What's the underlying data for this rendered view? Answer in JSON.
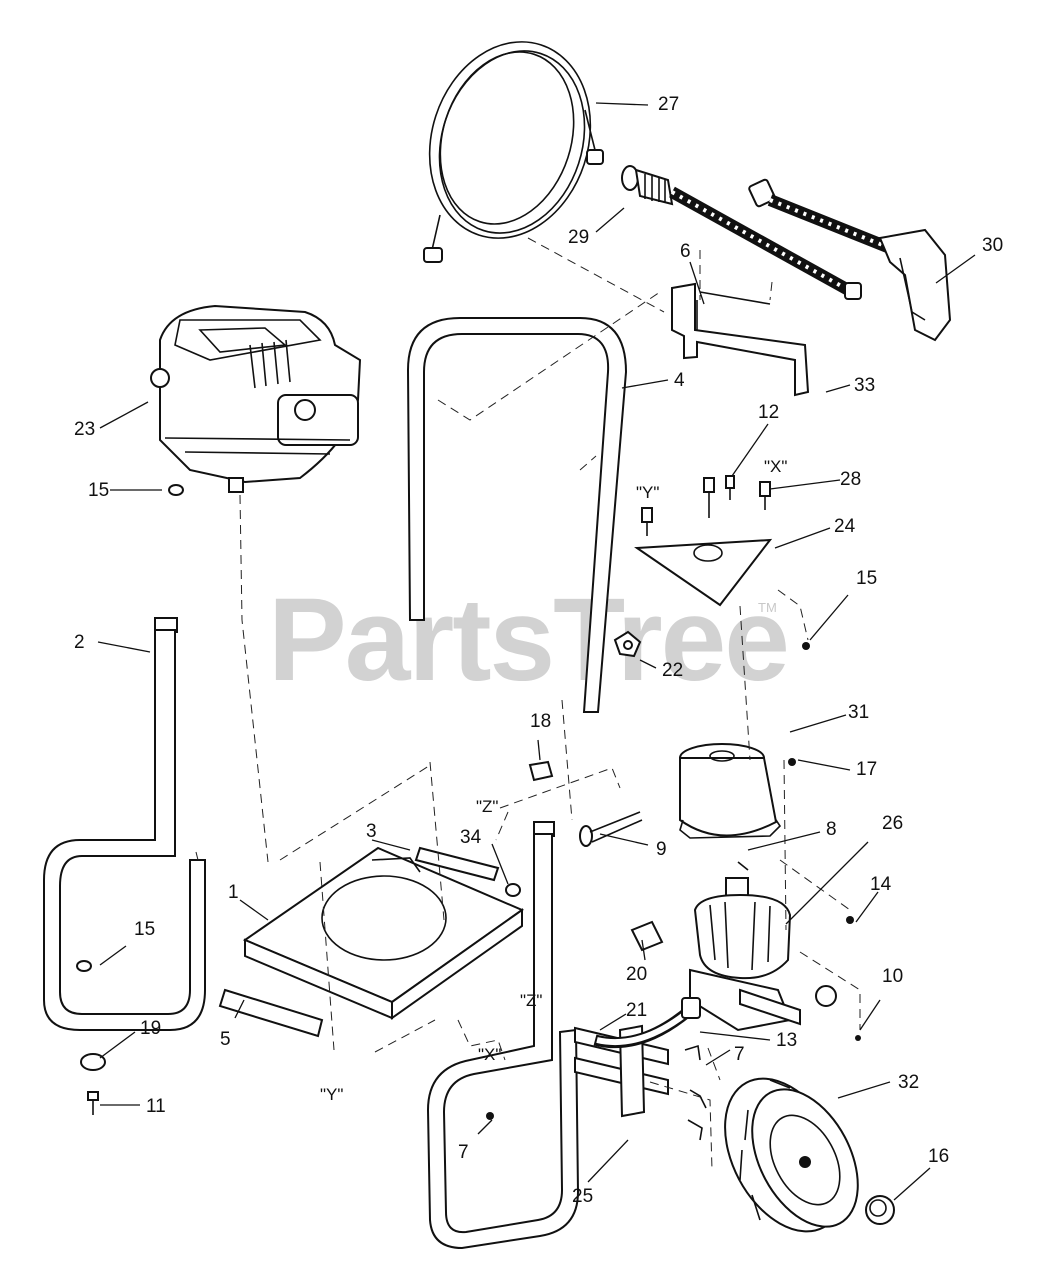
{
  "watermark": "PartsTree",
  "trademark": "TM",
  "callouts": {
    "c1": "1",
    "c2": "2",
    "c3": "3",
    "c4": "4",
    "c5": "5",
    "c6": "6",
    "c7a": "7",
    "c7b": "7",
    "c8": "8",
    "c9": "9",
    "c10": "10",
    "c11": "11",
    "c12": "12",
    "c13": "13",
    "c14": "14",
    "c15a": "15",
    "c15b": "15",
    "c15c": "15",
    "c16": "16",
    "c17": "17",
    "c18": "18",
    "c19": "19",
    "c20": "20",
    "c21": "21",
    "c22": "22",
    "c23": "23",
    "c24": "24",
    "c25": "25",
    "c26": "26",
    "c27": "27",
    "c28": "28",
    "c29": "29",
    "c30": "30",
    "c31": "31",
    "c32": "32",
    "c33": "33",
    "c34": "34"
  },
  "ref_marks": {
    "y_top": "\"Y\"",
    "x_top": "\"X\"",
    "z_top": "\"Z\"",
    "z_mid": "\"Z\"",
    "x_bottom": "\"X\"",
    "y_bottom": "\"Y\""
  }
}
